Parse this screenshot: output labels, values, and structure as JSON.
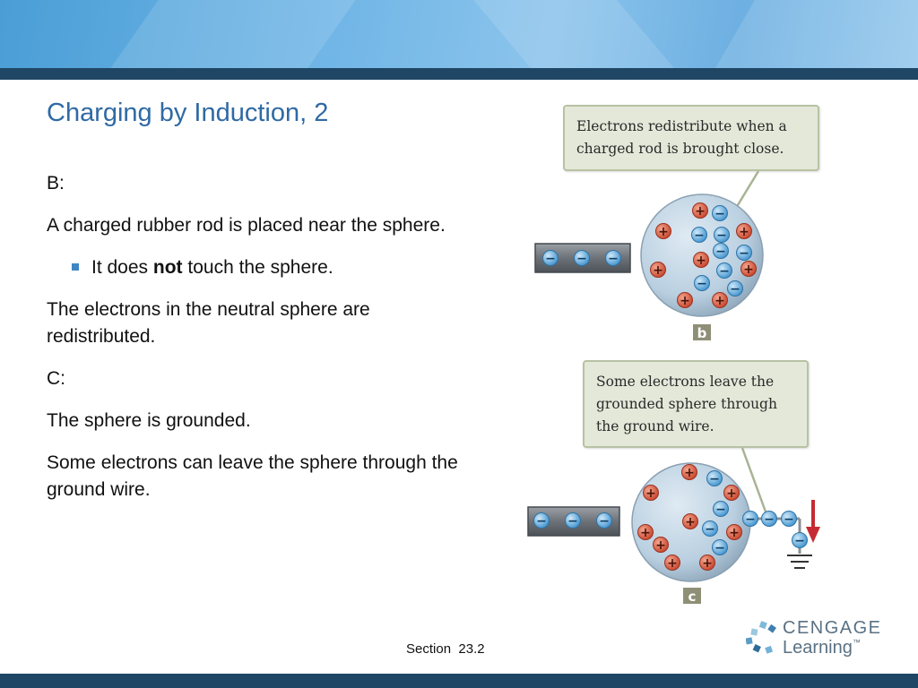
{
  "slide": {
    "title": "Charging by Induction, 2",
    "section_label": "Section",
    "section_number": "23.2"
  },
  "body": {
    "b_label": "B:",
    "b_text": "A charged rubber rod is placed near the sphere.",
    "bullet_prefix": "It does ",
    "bullet_emphasis": "not",
    "bullet_suffix": " touch the sphere.",
    "b_result": "The electrons in the neutral sphere are redistributed.",
    "c_label": "C:",
    "c_text": "The sphere is grounded.",
    "c_result": "Some electrons can leave the sphere through the ground wire."
  },
  "figure": {
    "callout_b": [
      "Electrons redistribute when a",
      "charged rod is brought close."
    ],
    "callout_c": [
      "Some electrons leave the",
      "grounded sphere through",
      "the ground wire."
    ],
    "label_b": "b",
    "label_c": "c",
    "plus_sign": "+",
    "minus_sign": "−"
  },
  "logo": {
    "word1": "CENGAGE",
    "word2": "Learning",
    "trademark": "™"
  },
  "colors": {
    "title": "#2f6aa4",
    "bullet": "#3e86c4",
    "stripe": "#1f4765",
    "plus_charge": "#d9553b",
    "minus_charge": "#5aa8dd",
    "sphere": "#b9cfe0",
    "callout_bg": "#e3e8d9",
    "label_bg": "#8f8f77",
    "ground_arrow": "#c62a32"
  }
}
